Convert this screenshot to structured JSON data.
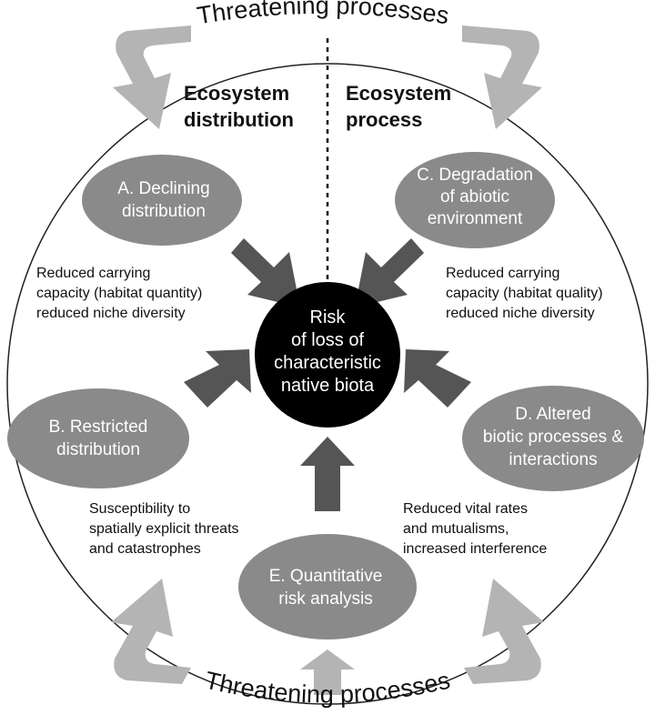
{
  "threat_label_top": "Threatening processes",
  "threat_label_bottom": "Threatening processes",
  "headers": {
    "left": [
      "Ecosystem",
      "distribution"
    ],
    "right": [
      "Ecosystem",
      "process"
    ]
  },
  "center": [
    "Risk",
    "of loss of",
    "characteristic",
    "native biota"
  ],
  "nodes": {
    "a": [
      "A. Declining",
      "distribution"
    ],
    "b": [
      "B. Restricted",
      "distribution"
    ],
    "c": [
      "C. Degradation",
      "of abiotic",
      "environment"
    ],
    "d": [
      "D. Altered",
      "biotic processes &",
      "interactions"
    ],
    "e": [
      "E. Quantitative",
      "risk analysis"
    ]
  },
  "notes": {
    "a": [
      "Reduced carrying",
      "capacity (habitat quantity)",
      "reduced niche diversity"
    ],
    "c": [
      "Reduced carrying",
      "capacity (habitat quality)",
      "reduced niche diversity"
    ],
    "b": [
      "Susceptibility to",
      "spatially explicit threats",
      "and catastrophes"
    ],
    "d": [
      "Reduced vital rates",
      "and mutualisms,",
      "increased interference"
    ]
  },
  "colors": {
    "node_fill": "#8a8a8a",
    "center_fill": "#000000",
    "dark_arrow": "#555555",
    "light_arrow": "#b4b4b4",
    "outline": "#222222"
  }
}
